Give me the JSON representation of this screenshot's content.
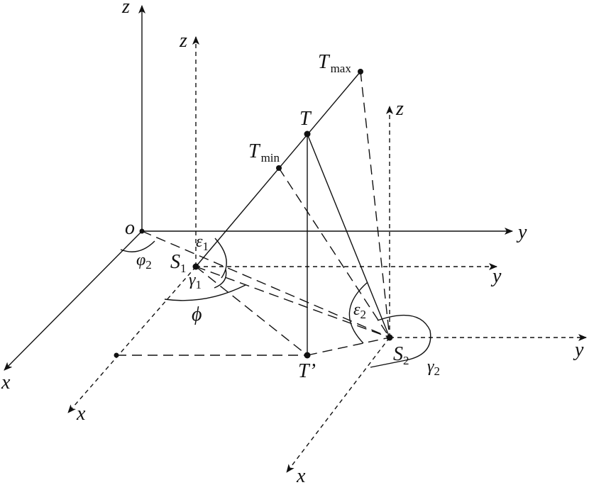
{
  "labels": {
    "origin": "o",
    "axis_z": "z",
    "axis_y": "y",
    "axis_x": "x",
    "T": "T",
    "T_prime": "T’",
    "T_max_base": "T",
    "T_max_sub": "max",
    "T_min_base": "T",
    "T_min_sub": "min",
    "S1_base": "S",
    "S1_sub": "1",
    "S2_base": "S",
    "S2_sub": "2",
    "eps1_base": "ε",
    "eps1_sub": "1",
    "eps2_base": "ε",
    "eps2_sub": "2",
    "gam1_base": "γ",
    "gam1_sub": "1",
    "gam2_base": "γ",
    "gam2_sub": "2",
    "phi2_base": "φ",
    "phi2_sub": "2",
    "phi": "ϕ"
  }
}
